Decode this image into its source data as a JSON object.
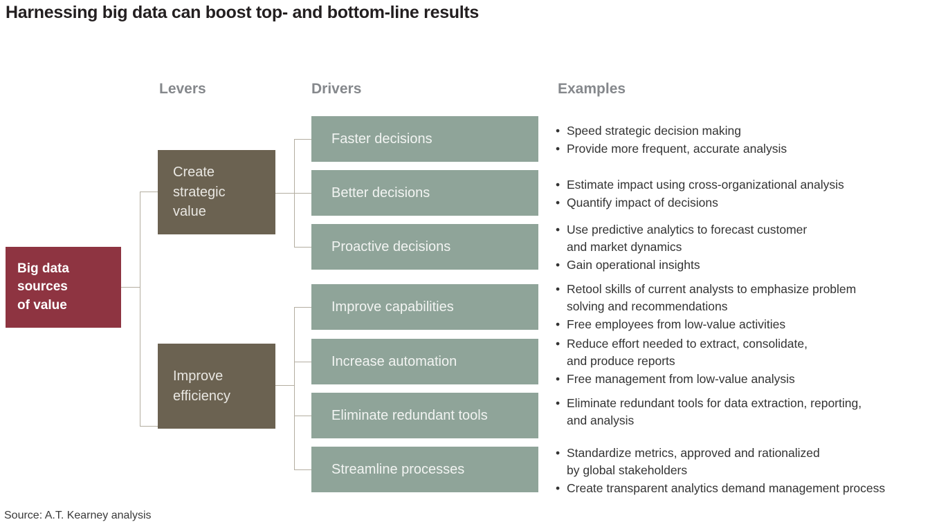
{
  "title": "Harnessing big data can boost top- and bottom-line results",
  "source": "Source: A.T. Kearney analysis",
  "columns": {
    "levers": "Levers",
    "drivers": "Drivers",
    "examples": "Examples"
  },
  "colors": {
    "root_box": "#8e3441",
    "lever_box": "#6b6251",
    "driver_box": "#8fa499",
    "connector": "#b3ada0",
    "heading": "#85888c",
    "title_text": "#231f20",
    "body_text": "#333333"
  },
  "root": {
    "label": "Big data\nsources\nof value"
  },
  "levers": [
    {
      "label": "Create\nstrategic\nvalue"
    },
    {
      "label": "Improve\nefficiency"
    }
  ],
  "drivers": [
    {
      "label": "Faster decisions"
    },
    {
      "label": "Better decisions"
    },
    {
      "label": "Proactive decisions"
    },
    {
      "label": "Improve capabilities"
    },
    {
      "label": "Increase automation"
    },
    {
      "label": "Eliminate redundant tools"
    },
    {
      "label": "Streamline processes"
    }
  ],
  "examples": [
    {
      "bullets": [
        "Speed strategic decision making",
        "Provide more frequent, accurate analysis"
      ]
    },
    {
      "bullets": [
        "Estimate impact using cross-organizational analysis",
        "Quantify impact of decisions"
      ]
    },
    {
      "bullets": [
        "Use predictive analytics to forecast customer\nand market dynamics",
        "Gain operational insights"
      ]
    },
    {
      "bullets": [
        "Retool skills of current analysts to emphasize problem\nsolving and recommendations",
        "Free employees from low-value activities"
      ]
    },
    {
      "bullets": [
        "Reduce effort needed to extract, consolidate,\nand produce reports",
        "Free management from low-value analysis"
      ]
    },
    {
      "bullets": [
        "Eliminate redundant tools for data extraction, reporting,\nand analysis"
      ]
    },
    {
      "bullets": [
        "Standardize metrics, approved and rationalized\nby global stakeholders",
        "Create transparent analytics demand management process"
      ]
    }
  ]
}
